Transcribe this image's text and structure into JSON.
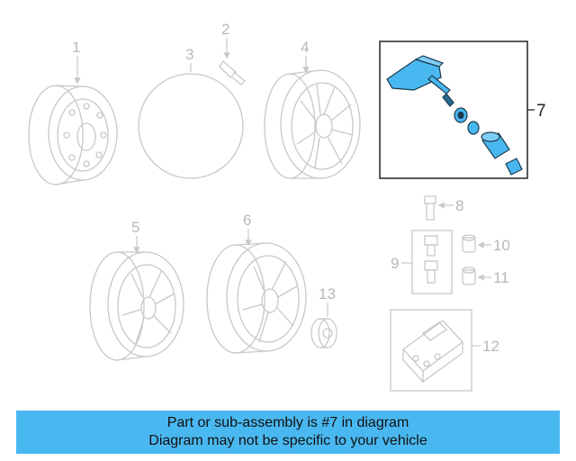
{
  "diagram": {
    "callouts": {
      "part1": "1",
      "part2": "2",
      "part3": "3",
      "part4": "4",
      "part5": "5",
      "part6": "6",
      "part7": "7",
      "part8": "8",
      "part9": "9",
      "part10": "10",
      "part11": "11",
      "part12": "12",
      "part13": "13"
    },
    "highlight_color": "#4ab8f0",
    "line_color": "#c8c8c8",
    "active_line_color": "#222222"
  },
  "footer": {
    "line1": "Part or sub-assembly is #7 in diagram",
    "line2": "Diagram may not be specific to your vehicle",
    "background": "#4ab8f0"
  }
}
